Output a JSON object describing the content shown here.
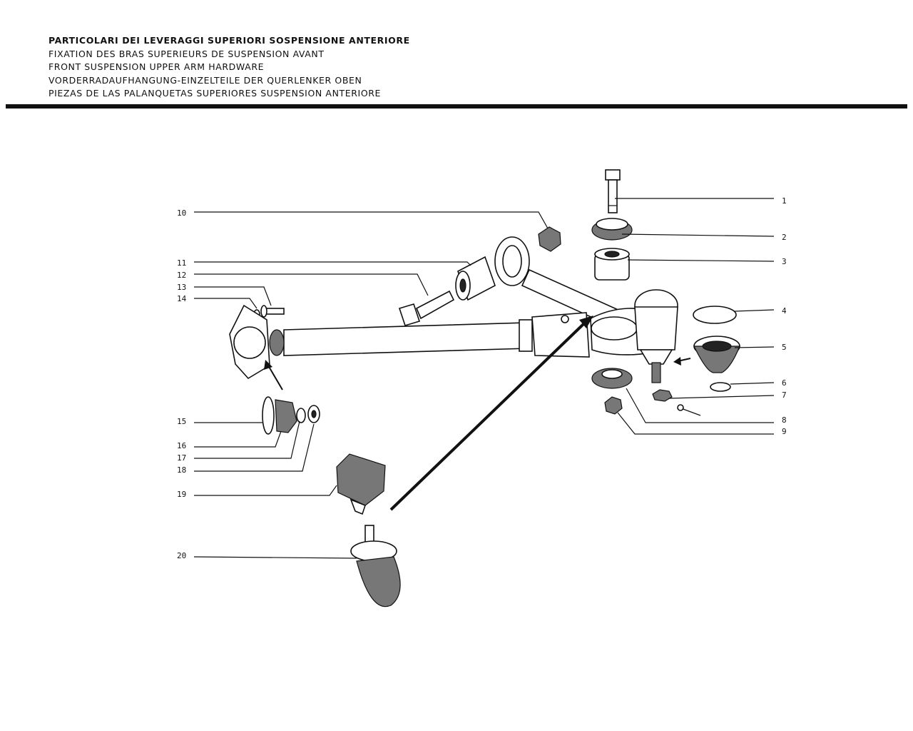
{
  "header": {
    "titles": [
      "PARTICOLARI DEI LEVERAGGI SUPERIORI SOSPENSIONE ANTERIORE",
      "FIXATION DES BRAS SUPERIEURS DE SUSPENSION AVANT",
      "FRONT SUSPENSION UPPER ARM HARDWARE",
      "VORDERRADAUFHANGUNG-EINZELTEILE DER QUERLENKER OBEN",
      "PIEZAS DE LAS PALANQUETAS SUPERIORES SUSPENSION ANTERIORE"
    ]
  },
  "callouts": {
    "right": [
      "1",
      "2",
      "3",
      "4",
      "5",
      "6",
      "7",
      "8",
      "9"
    ],
    "left": [
      "10",
      "11",
      "12",
      "13",
      "14",
      "15",
      "16",
      "17",
      "18",
      "19",
      "20"
    ]
  },
  "colors": {
    "ink": "#111111",
    "background": "#ffffff"
  }
}
